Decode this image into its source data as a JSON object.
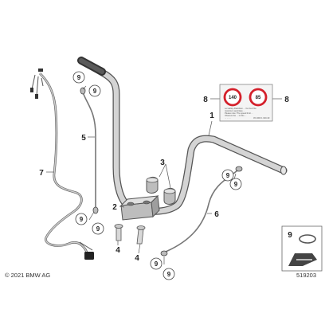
{
  "diagram": {
    "copyright": "© 2021 BMW AG",
    "ref_number": "519203",
    "callouts": {
      "handlebar": "1",
      "clamp": "2",
      "grommets": "3",
      "bolt_left": "4",
      "bolt_right": "4",
      "brake_line": "5",
      "clutch_line": "6",
      "wiring_harness": "7",
      "sticker_left": "8",
      "sticker_right": "8",
      "inset_item": "9"
    },
    "circle_nine": "9",
    "sticker": {
      "speed_1": "140",
      "speed_2": "85",
      "fine_print": [
        "Le Harley-Davidson ... Ce Ceci Ne",
        "maximum autorisée ...",
        "Please note: The speed limit ...",
        "Observe the ... in this ...",
        "... ... ...",
        "45 1000 1 020-30"
      ]
    },
    "colors": {
      "line": "#555555",
      "part_fill": "#d0d0d0",
      "part_dark": "#333333",
      "sign_red": "#d4202b",
      "inset_arrow": "#444444"
    }
  }
}
